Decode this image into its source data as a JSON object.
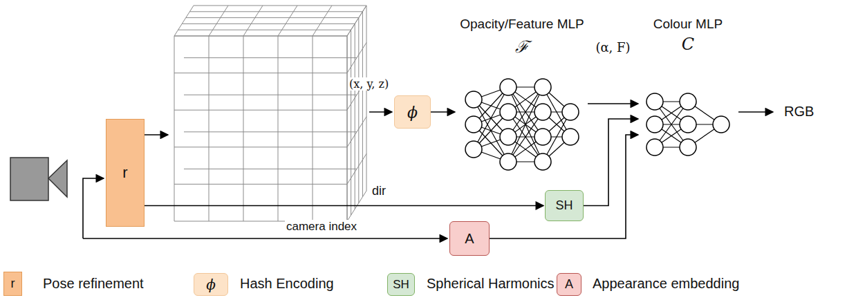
{
  "diagram": {
    "nodes": [
      {
        "text": [
          "r"
        ]
      },
      {
        "text": [
          "ϕ"
        ]
      },
      {
        "text": [
          "Opacity/Feature MLP",
          "ℱ"
        ]
      },
      {
        "text": [
          "Colour MLP",
          "C"
        ]
      },
      {
        "text": [
          "SH"
        ]
      },
      {
        "text": [
          "A"
        ]
      }
    ],
    "edges": [
      {
        "from": 1,
        "to": 2,
        "arrow": "to"
      },
      {
        "from": 2,
        "to": 3,
        "label": "(α, F)",
        "arrow": "to"
      },
      {
        "from": 0,
        "to": 4,
        "label": "dir",
        "arrow": "to"
      },
      {
        "from": 4,
        "to": 3,
        "arrow": "to"
      },
      {
        "from": 5,
        "to": 3,
        "arrow": "to"
      }
    ],
    "labels": [
      "(x, y, z)",
      "camera index",
      "RGB",
      "r",
      "ϕ",
      "SH",
      "A"
    ],
    "legend": [
      {
        "text": "Pose refinement",
        "color": "#f9c08f"
      },
      {
        "text": "Hash Encoding",
        "color": "#fde3c8"
      },
      {
        "text": "Spherical Harmonics",
        "color": "#d5e8d4"
      },
      {
        "text": "Appearance embedding",
        "color": "#f8cecc"
      }
    ]
  }
}
